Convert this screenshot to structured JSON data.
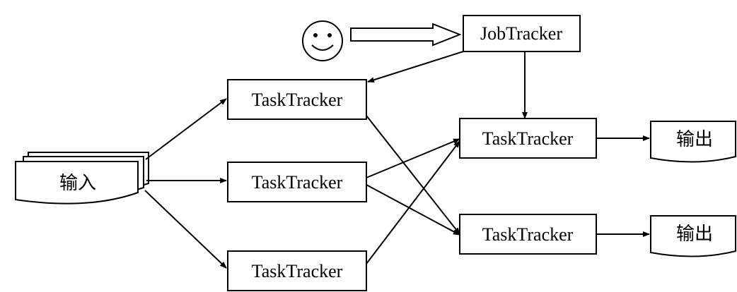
{
  "nodes": {
    "job_tracker": "JobTracker",
    "task_tracker_map_1": "TaskTracker",
    "task_tracker_map_2": "TaskTracker",
    "task_tracker_map_3": "TaskTracker",
    "task_tracker_reduce_1": "TaskTracker",
    "task_tracker_reduce_2": "TaskTracker",
    "input": "输入",
    "output_1": "输出",
    "output_2": "输出"
  },
  "icons": {
    "user": "smiley-face-icon",
    "submit_arrow": "hollow-arrow-icon"
  }
}
